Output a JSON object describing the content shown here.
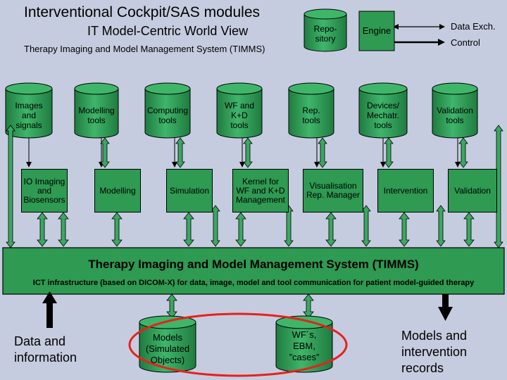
{
  "header": {
    "title": "Interventional Cockpit/SAS modules",
    "subtitle": "IT Model-Centric World View",
    "system_name": "Therapy Imaging and Model Management System (TIMMS)"
  },
  "top_boxes": {
    "repository": "Repo-\nsitory",
    "engine": "Engine"
  },
  "legend": {
    "data_exchange": "Data Exch.",
    "control": "Control"
  },
  "tool_cylinders": [
    "Images\nand\nsignals",
    "Modelling\ntools",
    "Computing\ntools",
    "WF and\nK+D\ntools",
    "Rep.\ntools",
    "Devices/\nMechatr.\ntools",
    "Validation\ntools"
  ],
  "module_boxes": [
    "IO Imaging\nand\nBiosensors",
    "Modelling",
    "Simulation",
    "Kernel for\nWF and K+D\nManagement",
    "Visualisation\nRep. Manager",
    "Intervention",
    "Validation"
  ],
  "timms_band": {
    "title": "Therapy Imaging and Model Management System (TIMMS)",
    "subtitle": "ICT infrastructure (based on DICOM-X) for data, image, model and tool communication for patient model-guided therapy"
  },
  "bottom": {
    "input_label": "Data and\ninformation",
    "models_cylinder": "Models\n(Simulated\nObjects)",
    "cases_cylinder": "WF´s,\nEBM,\n”cases”",
    "output_label": "Models and\nintervention\nrecords"
  },
  "colors": {
    "background": "#c6ccdf",
    "module_green": "#2e9a52",
    "arrow_green": "#3aa862",
    "highlight_ellipse": "#e8201c"
  }
}
